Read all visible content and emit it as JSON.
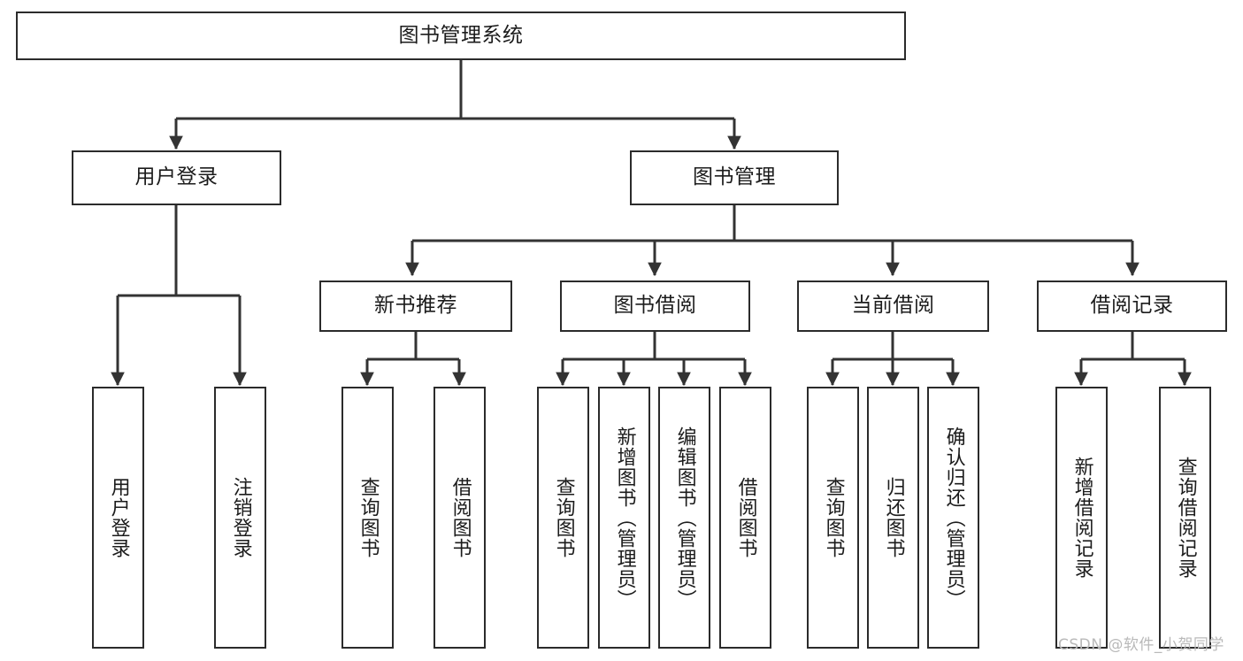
{
  "diagram": {
    "title": "图书管理系统",
    "type": "tree",
    "watermark": "CSDN @软件_小贺同学",
    "colors": {
      "box_stroke": "#2b2b2b",
      "box_fill": "#ffffff",
      "connector": "#333333",
      "text": "#1c1c1c",
      "watermark": "#b9b9b9",
      "background": "#ffffff"
    },
    "root": {
      "label": "图书管理系统"
    },
    "level2": [
      {
        "label": "用户登录"
      },
      {
        "label": "图书管理"
      }
    ],
    "level3": [
      {
        "label": "新书推荐"
      },
      {
        "label": "图书借阅"
      },
      {
        "label": "当前借阅"
      },
      {
        "label": "借阅记录"
      }
    ],
    "leaves": {
      "user_login": [
        {
          "label": "用户登录"
        },
        {
          "label": "注销登录"
        }
      ],
      "new_book_recommend": [
        {
          "label": "查询图书"
        },
        {
          "label": "借阅图书"
        }
      ],
      "book_borrow": [
        {
          "label": "查询图书"
        },
        {
          "label": "新增图书（管理员）"
        },
        {
          "label": "编辑图书（管理员）"
        },
        {
          "label": "借阅图书"
        }
      ],
      "current_borrow": [
        {
          "label": "查询图书"
        },
        {
          "label": "归还图书"
        },
        {
          "label": "确认归还（管理员）"
        }
      ],
      "borrow_record": [
        {
          "label": "新增借阅记录"
        },
        {
          "label": "查询借阅记录"
        }
      ]
    }
  }
}
